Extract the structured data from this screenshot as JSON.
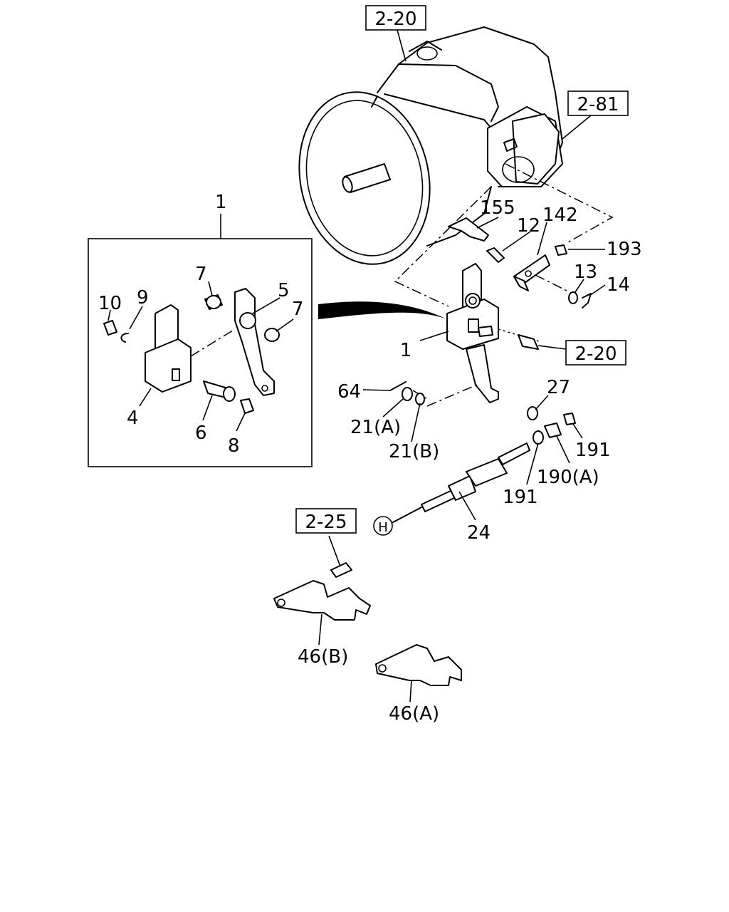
{
  "refs": {
    "r1": "2-20",
    "r2": "2-81",
    "r3": "2-20",
    "r4": "2-25"
  },
  "parts": {
    "p1_top": "1",
    "p1_main": "1",
    "p4": "4",
    "p5": "5",
    "p6": "6",
    "p7a": "7",
    "p7b": "7",
    "p8": "8",
    "p9": "9",
    "p10": "10",
    "p12": "12",
    "p13": "13",
    "p14": "14",
    "p21a": "21(A)",
    "p21b": "21(B)",
    "p24": "24",
    "p27": "27",
    "p46a": "46(A)",
    "p46b": "46(B)",
    "p64": "64",
    "p142": "142",
    "p155": "155",
    "p190a": "190(A)",
    "p191a": "191",
    "p191b": "191",
    "p193": "193"
  },
  "marker": "H"
}
